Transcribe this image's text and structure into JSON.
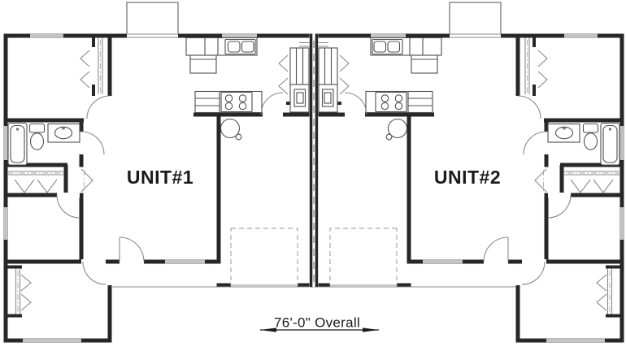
{
  "plan": {
    "type": "duplex-floor-plan",
    "units": [
      {
        "label": "UNIT#1"
      },
      {
        "label": "UNIT#2"
      }
    ],
    "dimension": {
      "label": "76'-0\" Overall"
    },
    "colors": {
      "wall": "#272727",
      "thin": "#8a8a8a",
      "fixture": "#4f4f4f",
      "dashed": "#a9a9a9",
      "party_fill": "#b5b5b5",
      "text": "#1a1a1a",
      "background": "#ffffff"
    }
  }
}
